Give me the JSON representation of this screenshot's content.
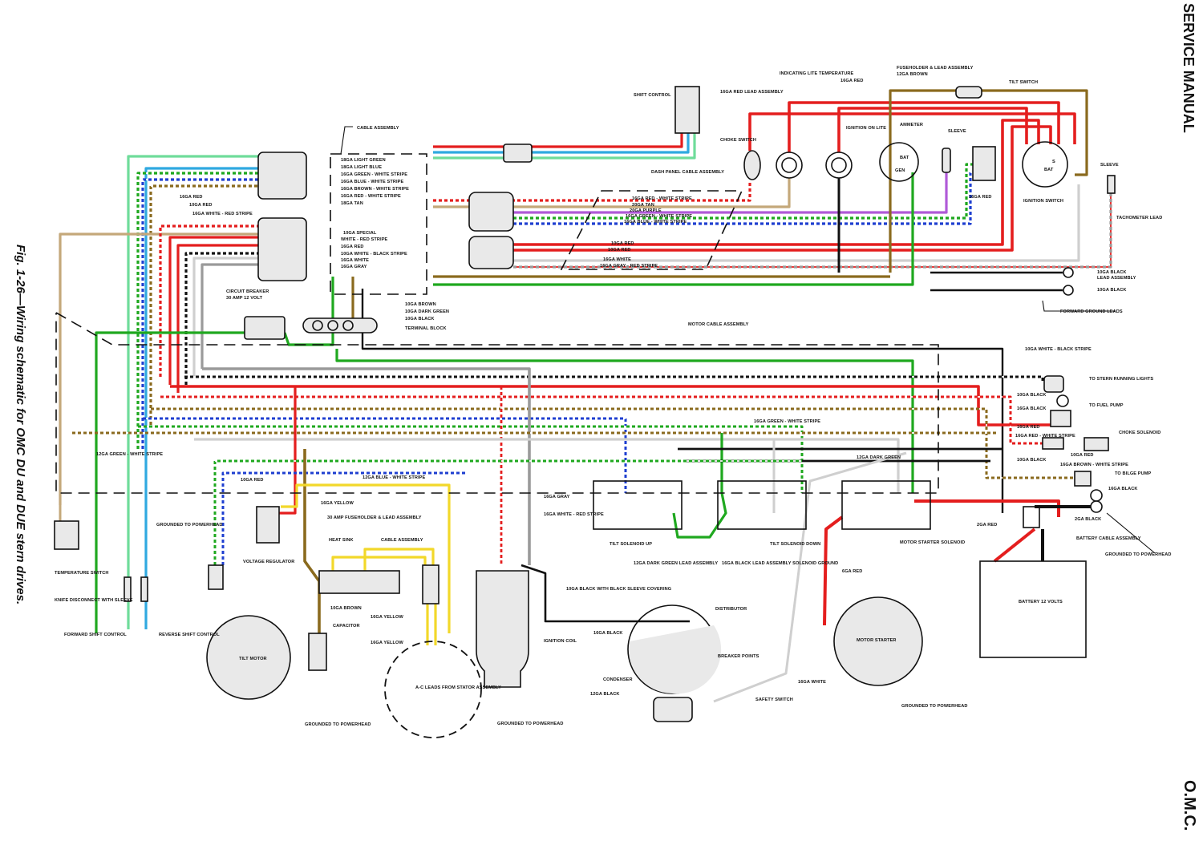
{
  "page": {
    "header": "SERVICE MANUAL",
    "footer": "O.M.C.",
    "figure_caption": "Fig. 1-26—Wiring schematic for OMC DU and DUE stern drives."
  },
  "wire_colors": {
    "red": "#e41e1e",
    "light_green": "#6fdc9a",
    "light_blue": "#2fa9e0",
    "green": "#1fa81f",
    "blue": "#1f3fd0",
    "brown": "#8a6a1e",
    "tan": "#c4a87a",
    "purple": "#b05ad8",
    "yellow": "#f2d82a",
    "gray": "#9a9a9a",
    "white": "#cfcfcf",
    "black": "#111111"
  },
  "cable_assembly": {
    "title": "CABLE ASSEMBLY",
    "wires": [
      "18GA LIGHT GREEN",
      "18GA LIGHT BLUE",
      "16GA GREEN - WHITE STRIPE",
      "16GA BLUE - WHITE STRIPE",
      "16GA BROWN - WHITE STRIPE",
      "16GA RED - WHITE STRIPE",
      "18GA TAN",
      "10GA SPECIAL",
      "WHITE - RED STRIPE",
      "16GA RED",
      "10GA WHITE - BLACK STRIPE",
      "16GA WHITE",
      "16GA GRAY"
    ],
    "lower_leads": [
      "10GA BROWN",
      "10GA DARK GREEN",
      "10GA BLACK"
    ],
    "terminal_block": "TERMINAL BLOCK"
  },
  "dash_panel_cable": {
    "title": "DASH PANEL CABLE ASSEMBLY",
    "wires": [
      "16GA RED - WHITE STRIPE",
      "20GA TAN",
      "20GA PURPLE",
      "16GA GREEN - WHITE STRIPE",
      "16GA BLUE - WHITE STRIPE",
      "10GA RED",
      "10GA RED",
      "16GA WHITE",
      "16GA GRAY - RED STRIPE"
    ]
  },
  "labels": {
    "shift_control": "SHIFT CONTROL",
    "red_16ga_top": "16GA RED",
    "red_lead_assembly": "16GA RED LEAD ASSEMBLY",
    "indicating_lite": "INDICATING LITE TEMPERATURE",
    "choke_switch": "CHOKE SWITCH",
    "ignition_on_lite": "IGNITION ON LITE",
    "ammeter": "AMMETER",
    "ammeter_bat": "BAT",
    "ammeter_gen": "GEN",
    "sleeve_dash": "SLEEVE",
    "fuseholder": "FUSEHOLDER & LEAD ASSEMBLY",
    "fuseholder_wire": "12GA BROWN",
    "tilt_switch": "TILT SWITCH",
    "tilt_switch_red": "16GA RED",
    "ignition_switch": "IGNITION SWITCH",
    "ign_bat": "BAT",
    "ign_s": "S",
    "sleeve_right": "SLEEVE",
    "tachometer_lead": "TACHOMETER LEAD",
    "black_lead_assembly_1": "10GA BLACK",
    "black_lead_assembly_2": "LEAD ASSEMBLY",
    "black_10ga": "10GA BLACK",
    "forward_ground_leads": "FORWARD GROUND LEADS",
    "red_left_1": "16GA RED",
    "red_left_2": "10GA RED",
    "white_red_left": "16GA WHITE - RED STRIPE",
    "circuit_breaker_1": "CIRCUIT BREAKER",
    "circuit_breaker_2": "30 AMP 12 VOLT",
    "motor_cable_assembly": "MOTOR CABLE ASSEMBLY",
    "white_black_stripe": "10GA WHITE - BLACK STRIPE",
    "stern_lights": "TO STERN RUNNING LIGHTS",
    "black_10ga_a": "10GA BLACK",
    "black_16ga_b": "16GA BLACK",
    "fuel_pump": "TO FUEL PUMP",
    "red_16ga_c": "16GA RED",
    "red_white_16ga": "16GA RED - WHITE STRIPE",
    "choke_solenoid": "CHOKE SOLENOID",
    "red_10ga_d": "10GA RED",
    "black_10ga_e": "10GA BLACK",
    "brown_white_16ga": "16GA BROWN - WHITE STRIPE",
    "bilge_pump": "TO BILGE PUMP",
    "black_16ga_f": "16GA BLACK",
    "black_2ga": "2GA BLACK",
    "battery_cable": "BATTERY CABLE ASSEMBLY",
    "grounded_right": "GROUNDED TO POWERHEAD",
    "red_2ga": "2GA RED",
    "battery": "BATTERY 12 VOLTS",
    "dark_green_12ga": "12GA DARK GREEN",
    "motor_starter_solenoid": "MOTOR STARTER SOLENOID",
    "red_6ga": "6GA RED",
    "motor_starter": "MOTOR STARTER",
    "grounded_starter": "GROUNDED TO POWERHEAD",
    "green_white_16ga": "16GA GREEN - WHITE STRIPE",
    "tilt_solenoid_up": "TILT SOLENOID UP",
    "tilt_solenoid_down": "TILT SOLENOID DOWN",
    "dark_green_lead": "12GA DARK GREEN LEAD ASSEMBLY",
    "black_lead_ground": "16GA BLACK LEAD ASSEMBLY SOLENOID GROUND",
    "gray_16ga": "16GA GRAY",
    "white_red_16ga": "16GA WHITE - RED STRIPE",
    "black_sleeve": "10GA BLACK WITH BLACK SLEEVE COVERING",
    "ignition_coil": "IGNITION COIL",
    "distributor": "DISTRIBUTOR",
    "black_16ga_dist": "16GA BLACK",
    "breaker_points": "BREAKER POINTS",
    "condenser": "CONDENSER",
    "black_12ga": "12GA BLACK",
    "grounded_coil": "GROUNDED TO POWERHEAD",
    "white_16ga_safety": "16GA WHITE",
    "safety_switch": "SAFETY SWITCH",
    "green_white_12ga": "12GA GREEN - WHITE STRIPE",
    "blue_white_12ga": "12GA BLUE - WHITE STRIPE",
    "red_10ga_reg": "10GA RED",
    "yellow_16ga": "16GA YELLOW",
    "fuseholder_30amp": "30 AMP FUSEHOLDER & LEAD ASSEMBLY",
    "voltage_regulator": "VOLTAGE REGULATOR",
    "heat_sink": "HEAT SINK",
    "cable_assembly_rect": "CABLE ASSEMBLY",
    "brown_10ga": "10GA BROWN",
    "capacitor": "CAPACITOR",
    "yellow_16ga_b": "16GA YELLOW",
    "yellow_16ga_c": "16GA YELLOW",
    "ac_leads": "A-C LEADS FROM STATOR ASSEMBLY",
    "tilt_motor": "TILT MOTOR",
    "grounded_tilt": "GROUNDED TO POWERHEAD",
    "grounded_temp": "GROUNDED TO POWERHEAD",
    "temperature_switch": "TEMPERATURE SWITCH",
    "knife_disconnect": "KNIFE DISCONNECT WITH SLEEVE",
    "forward_shift": "FORWARD SHIFT CONTROL",
    "reverse_shift": "REVERSE SHIFT CONTROL"
  }
}
